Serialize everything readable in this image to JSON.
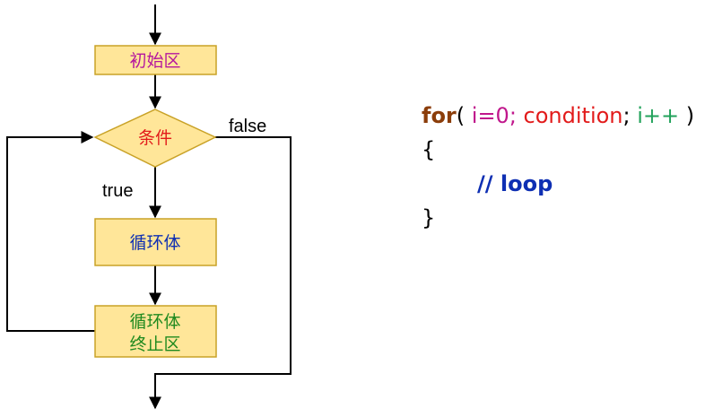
{
  "flowchart": {
    "init_box": "初始区",
    "condition_box": "条件",
    "body_box": "循环体",
    "term_box_line1": "循环体",
    "term_box_line2": "终止区",
    "true_label": "true",
    "false_label": "false"
  },
  "code": {
    "keyword": "for",
    "open_paren": "(",
    "init": " i=0;",
    "condition": " condition",
    "semicolon": ";",
    "increment": " i++",
    "close_paren": " )",
    "open_brace": "{",
    "comment": "// loop",
    "close_brace": "}"
  },
  "colors": {
    "box_fill": "#ffe699",
    "box_stroke": "#c9a227",
    "init_text": "#b5179e",
    "condition_text": "#e21b1b",
    "body_text": "#0e2fb3",
    "term_text": "#1f8a1f"
  }
}
